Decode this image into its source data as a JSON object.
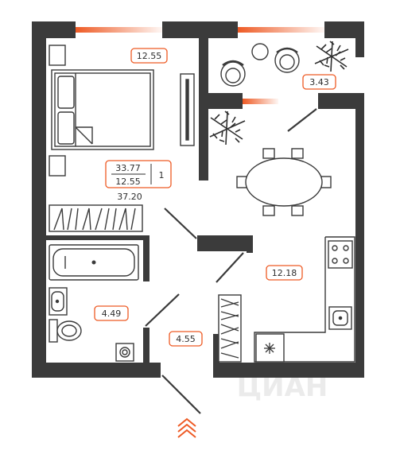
{
  "colors": {
    "wall": "#3b3b3b",
    "accent": "#ee5a24",
    "line": "#3a3a3a",
    "plant": "#2f2f2f"
  },
  "summary": {
    "rooms_count": "1",
    "living_area": "33.77",
    "kitchen_area": "12.55",
    "total_area": "37.20"
  },
  "rooms": {
    "bedroom": "12.55",
    "balcony": "3.43",
    "kitchen": "12.18",
    "bathroom": "4.49",
    "hallway": "4.55"
  },
  "watermark": "ЦИАН",
  "icons": {
    "entrance": "entrance-chevrons-icon",
    "fridge": "snowflake-icon"
  }
}
